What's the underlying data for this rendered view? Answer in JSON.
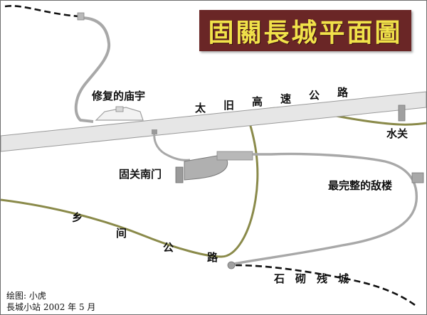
{
  "title": "固關長城平面圖",
  "labels": {
    "highway": [
      "太",
      "旧",
      "高",
      "速",
      "公",
      "路"
    ],
    "temple": "修复的庙宇",
    "water_pass": "水关",
    "south_gate": "固关南门",
    "best_tower": "最完整的敌楼",
    "village_road": [
      "乡",
      "间",
      "公",
      "路"
    ],
    "stone_wall": [
      "石",
      "砌",
      "残",
      "城"
    ]
  },
  "credits": {
    "author": "绘图: 小虎",
    "site_date": "長城小站 2002 年 5 月"
  },
  "colors": {
    "title_bg": "#6a2626",
    "title_text": "#f1e24a",
    "highway_fill": "#e6e6e6",
    "road": "#8a8a4a",
    "path": "#a8a8a8",
    "wall_dashed": "#111111"
  }
}
